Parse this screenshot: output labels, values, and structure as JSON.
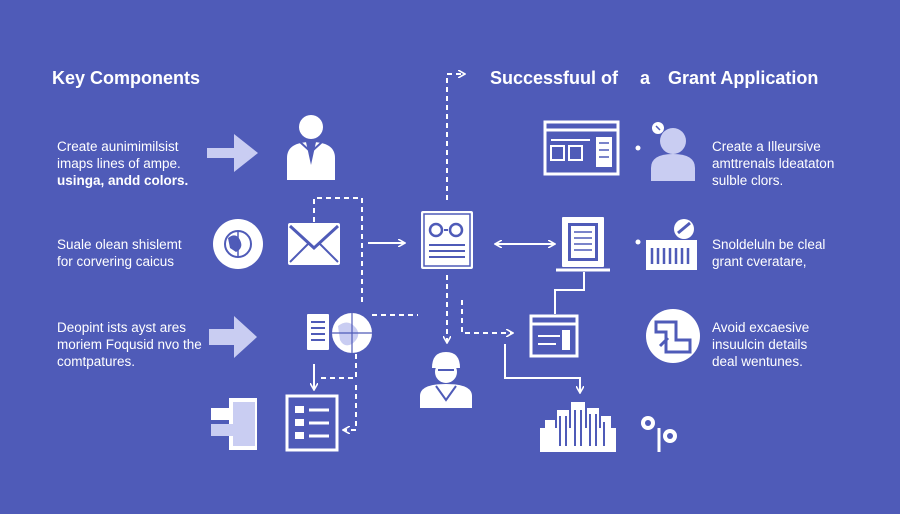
{
  "headings": {
    "left": "Key Components",
    "right_part1": "Successfuul of",
    "right_part2": "a",
    "right_part3": "Grant Application"
  },
  "left_items": [
    {
      "lines": [
        "Create aunimimilsist",
        "imaps lines of ampe.",
        "usinga, andd colors."
      ]
    },
    {
      "lines": [
        "Suale olean shislemt",
        "for corvering caicus"
      ]
    },
    {
      "lines": [
        "Deopint ists ayst ares",
        "moriem Foqusid nvo the",
        "comtpatures."
      ]
    }
  ],
  "right_items": [
    {
      "lines": [
        "Create a Illeursive",
        "amttrenals ldeataton",
        "sulble clors."
      ]
    },
    {
      "lines": [
        "Snoldeluln be cleal",
        "grant cveratare,"
      ]
    },
    {
      "lines": [
        "Avoid excaesive",
        "insuulcin details",
        "deal wentunes."
      ]
    }
  ],
  "colors": {
    "background": "#4f5bb8",
    "foreground": "#ffffff",
    "arrow_fill": "#c9cdf2"
  },
  "icons": [
    "arrow-right-icon-1",
    "arrow-right-icon-2",
    "arrow-right-icon-3",
    "person-tie-icon",
    "globe-icon",
    "envelope-icon",
    "document-globe-icon",
    "sidebar-layout-icon",
    "list-document-icon",
    "form-document-icon",
    "worker-person-icon",
    "browser-window-icon",
    "person-badge-icon",
    "document-frame-icon",
    "building-tag-icon",
    "presentation-board-icon",
    "map-magnifier-icon",
    "city-skyline-icon",
    "plant-sprout-icon"
  ]
}
